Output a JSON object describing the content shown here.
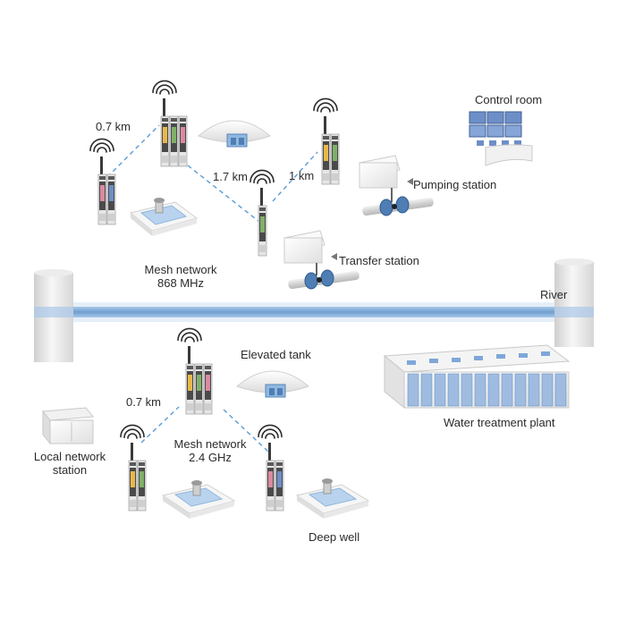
{
  "labels": {
    "control_room": "Control room",
    "pumping_station": "Pumping station",
    "transfer_station": "Transfer station",
    "mesh_868_line1": "Mesh network",
    "mesh_868_line2": "868 MHz",
    "river": "River",
    "elevated_tank": "Elevated tank",
    "water_treatment_plant": "Water treatment plant",
    "local_network_line1": "Local network",
    "local_network_line2": "station",
    "mesh_24_line1": "Mesh network",
    "mesh_24_line2": "2.4 GHz",
    "deep_well": "Deep well"
  },
  "distances": {
    "upper_left": "0.7 km",
    "upper_middle": "1.7 km",
    "upper_right": "1 km",
    "lower_left": "0.7 km"
  },
  "colors": {
    "link_line": "#5b9bd5",
    "river": "#8fb5dc",
    "river_core": "#6f9fd0",
    "device_body": "#e4e4e4",
    "device_dark": "#3a3a3a",
    "water": "#b9d3ee",
    "slab": "#eeeeee",
    "screen": "#6d8fc7"
  }
}
